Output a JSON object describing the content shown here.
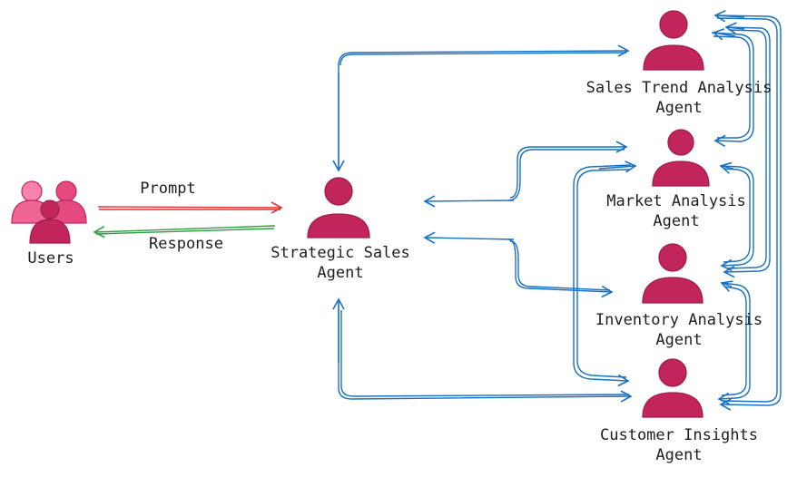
{
  "colors": {
    "agent_fill": "#c2255c",
    "agent_stroke": "#a01e4a",
    "user_light": "#e64980",
    "user_pink": "#f06595",
    "blue_arrow": "#1971c2",
    "red_arrow": "#e03131",
    "green_arrow": "#2f9e44",
    "text": "#1e1e1e"
  },
  "nodes": {
    "users": {
      "label": "Users",
      "icon": "users-group-icon"
    },
    "strategic": {
      "line1": "Strategic Sales",
      "line2": "Agent",
      "icon": "person-icon"
    },
    "sales_trend": {
      "line1": "Sales Trend Analysis",
      "line2": "Agent",
      "icon": "person-icon"
    },
    "market": {
      "line1": "Market Analysis",
      "line2": "Agent",
      "icon": "person-icon"
    },
    "inventory": {
      "line1": "Inventory Analysis",
      "line2": "Agent",
      "icon": "person-icon"
    },
    "customer": {
      "line1": "Customer Insights",
      "line2": "Agent",
      "icon": "person-icon"
    }
  },
  "edges": {
    "prompt": "Prompt",
    "response": "Response"
  }
}
